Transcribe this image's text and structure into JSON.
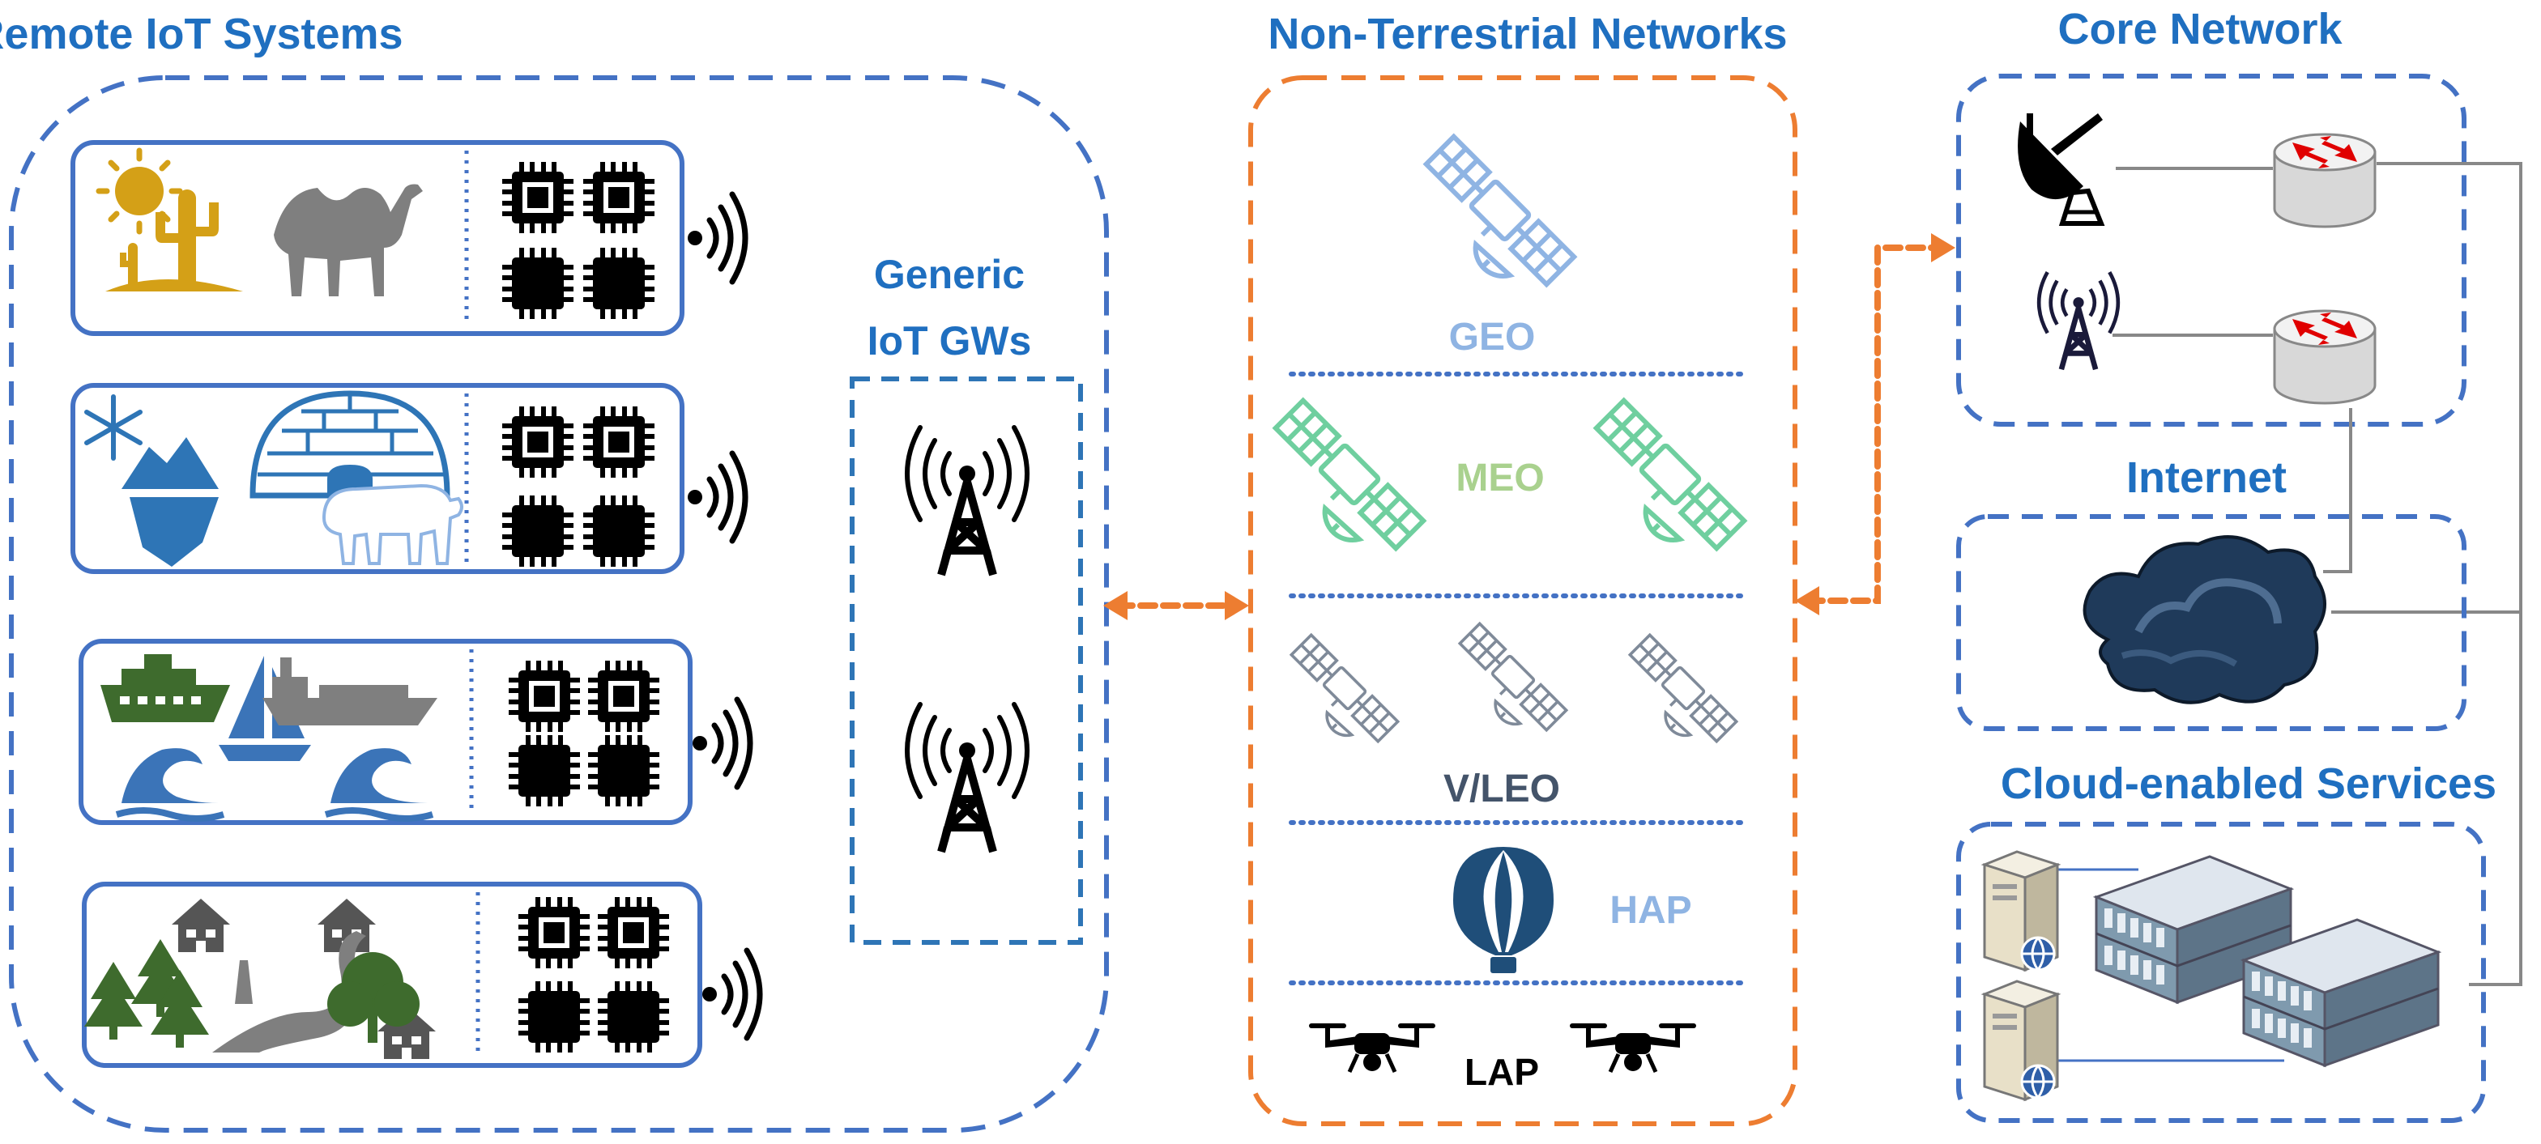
{
  "sections": {
    "remote_iot": {
      "title": "Remote IoT Systems"
    },
    "gateways": {
      "title_line1": "Generic",
      "title_line2": "IoT GWs"
    },
    "ntn": {
      "title": "Non-Terrestrial Networks",
      "layers": {
        "geo": "GEO",
        "meo": "MEO",
        "vleo": "V/LEO",
        "hap": "HAP",
        "lap": "LAP"
      }
    },
    "core": {
      "title": "Core Network"
    },
    "internet": {
      "title": "Internet"
    },
    "cloud": {
      "title": "Cloud-enabled Services"
    }
  },
  "colors": {
    "blue_title": "#1f6fc0",
    "dash_blue": "#4472c4",
    "dash_orange": "#ed7d31",
    "geo": "#8fb4e3",
    "meo": "#6fcf9f",
    "meo_text": "#a9d18e",
    "vleo": "#7f8a99",
    "vleo_text": "#44546a",
    "hap": "#1f4e79",
    "hap_text": "#8fb4e3",
    "sand": "#d4a017",
    "ice": "#2e75b6",
    "sea": "#3b74b8",
    "forest": "#3e6b2d"
  },
  "icons": [
    "sun-icon",
    "cactus-icon",
    "camel-icon",
    "snowflake-icon",
    "iceberg-icon",
    "igloo-icon",
    "polar-bear-icon",
    "cruise-ship-icon",
    "sailboat-icon",
    "cargo-ship-icon",
    "wave-icon",
    "house-icon",
    "tree-icon",
    "road-icon",
    "chip-icon",
    "wireless-signal-icon",
    "cell-tower-icon",
    "satellite-icon",
    "balloon-icon",
    "drone-icon",
    "satellite-dish-icon",
    "router-icon",
    "cloud-icon",
    "server-icon",
    "globe-icon"
  ]
}
